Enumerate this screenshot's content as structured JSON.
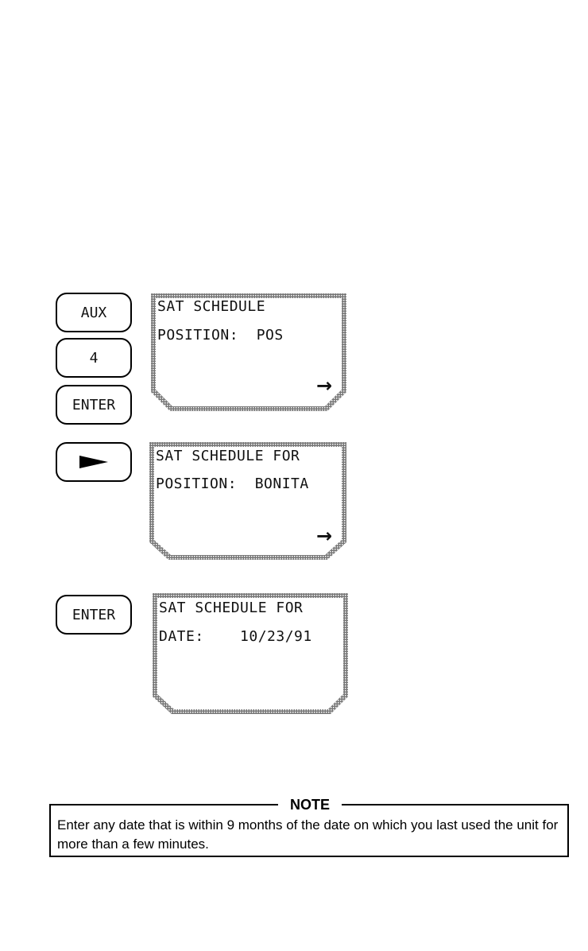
{
  "keys": {
    "aux": "AUX",
    "four": "4",
    "enter_1": "ENTER",
    "enter_2": "ENTER"
  },
  "screens": [
    {
      "line1": "SAT SCHEDULE",
      "line2": "POSITION:  POS",
      "arrow": "→"
    },
    {
      "line1": "SAT SCHEDULE FOR",
      "line2": "POSITION:  BONITA",
      "arrow": "→"
    },
    {
      "line1": "SAT SCHEDULE FOR",
      "line2": "DATE:    10/23/91"
    }
  ],
  "note": {
    "title": "NOTE",
    "text": "Enter any date that is within 9 months of the date on which you last used the unit for more than a few minutes."
  }
}
